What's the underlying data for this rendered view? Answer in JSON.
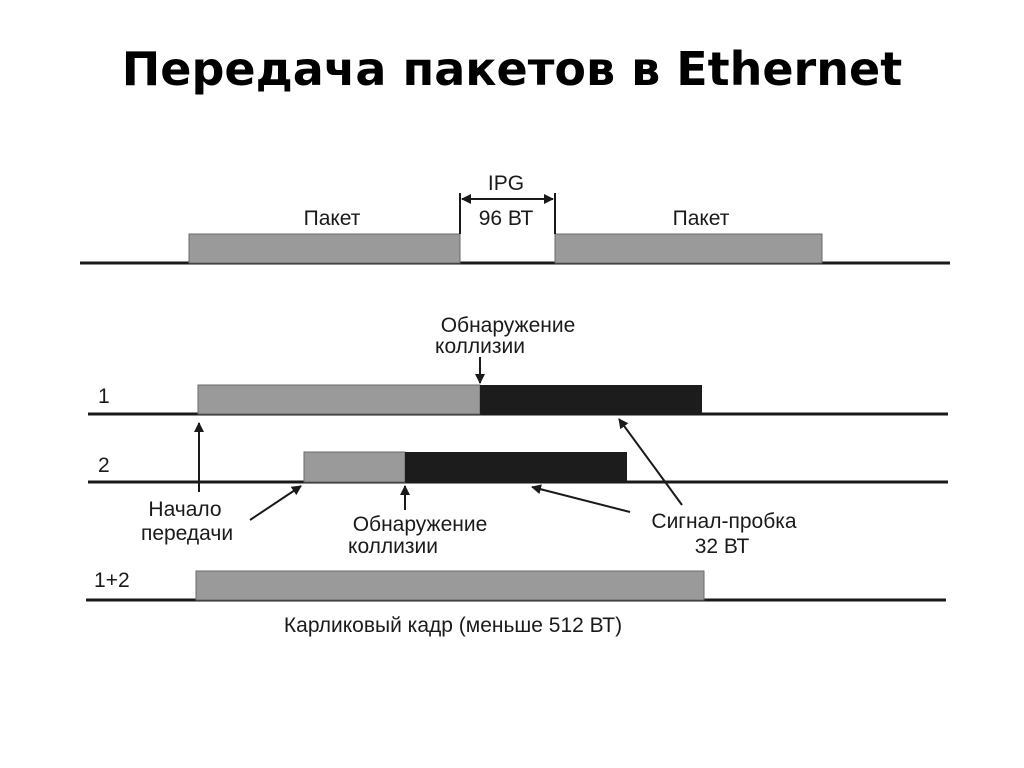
{
  "title": "Передача пакетов в Ethernet",
  "top_row": {
    "packet_left_label": "Пакет",
    "packet_right_label": "Пакет",
    "ipg_label": "IPG",
    "ipg_value": "96 ВТ"
  },
  "rows": {
    "row1_label": "1",
    "row2_label": "2",
    "row12_label": "1+2"
  },
  "annotations": {
    "collision_top_line1": "Обнаружение",
    "collision_top_line2": "коллизии",
    "start_line1": "Начало",
    "start_line2": "передачи",
    "collision_bottom_line1": "Обнаружение",
    "collision_bottom_line2": "коллизии",
    "jam_line1": "Сигнал-пробка",
    "jam_line2": "32 ВТ",
    "runt_frame": "Карликовый кадр (меньше 512 ВТ)"
  },
  "colors": {
    "packet_gray": "#9a9a9a",
    "jam_black": "#1c1c1c",
    "line": "#1a1a1a"
  }
}
